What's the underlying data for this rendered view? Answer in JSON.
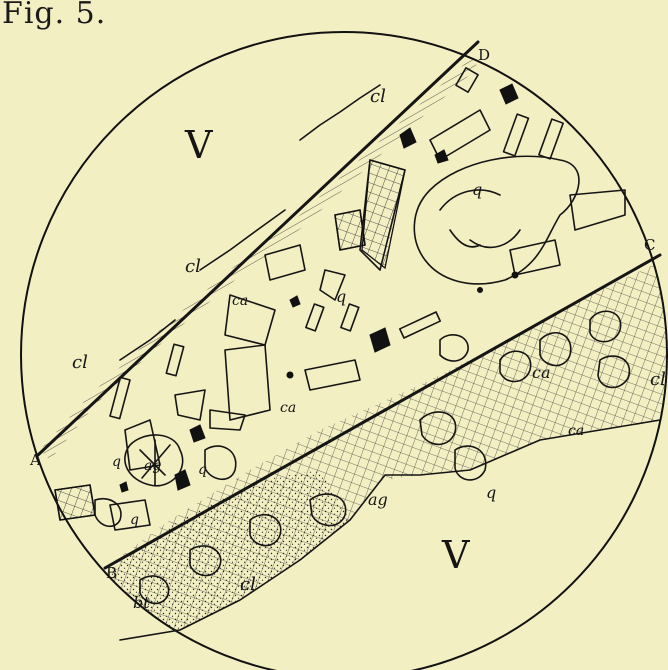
{
  "figure": {
    "caption": "Fig. 5.",
    "void_label": "V",
    "points": {
      "a": "A",
      "b": "B",
      "c": "C",
      "d": "D"
    },
    "mineral_labels": {
      "chlorite": "cl",
      "calcite": "ca",
      "quartz": "q",
      "aggregate": "ag",
      "biotite": "bt"
    }
  }
}
